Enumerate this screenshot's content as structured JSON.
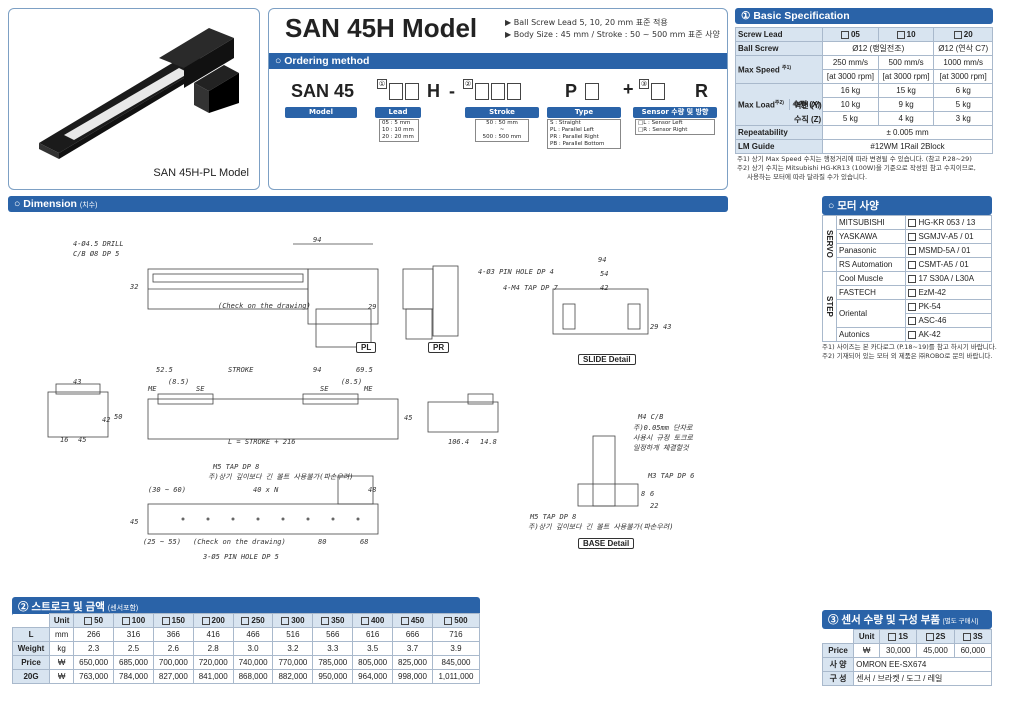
{
  "product": {
    "photo_caption": "SAN 45H-PL Model"
  },
  "header": {
    "title": "SAN 45H Model",
    "bullets": [
      "Ball Screw Lead 5, 10, 20 mm 표준 적용",
      "Body Size : 45 mm / Stroke : 50 ~ 500 mm 표준 사양"
    ]
  },
  "ordering": {
    "title": "Ordering method",
    "code_prefix": "SAN 45",
    "n1": "①",
    "n2": "②",
    "n3": "③",
    "h": "H",
    "dash": "-",
    "p": "P",
    "plus": "+",
    "r": "R",
    "groups": [
      {
        "label": "Model"
      },
      {
        "label": "Lead",
        "options": [
          "05 : 5 mm",
          "10 : 10 mm",
          "20 : 20 mm"
        ]
      },
      {
        "label": "Stroke",
        "options": [
          "50 : 50 mm",
          "~",
          "500 : 500 mm"
        ]
      },
      {
        "label": "Type",
        "options": [
          "S : Straight",
          "PL : Parallel Left",
          "PR : Parallel Right",
          "PB : Parallel Bottom"
        ]
      },
      {
        "label": "Sensor 수량 및 방향",
        "options": [
          "□L : Sensor Left",
          "□R : Sensor Right"
        ]
      }
    ]
  },
  "spec": {
    "title": "① Basic Specification",
    "screw_lead_label": "Screw Lead",
    "leads": [
      "05",
      "10",
      "20"
    ],
    "ball_screw_label": "Ball Screw",
    "ball_screw": [
      "Ø12 (랭일전조)",
      "Ø12 (연삭 C7)"
    ],
    "max_speed_label": "Max Speed",
    "max_speed_sup": "주1)",
    "max_speed": [
      "250 mm/s",
      "500 mm/s",
      "1000 mm/s"
    ],
    "rpm": [
      "[at 3000 rpm]",
      "[at 3000 rpm]",
      "[at 3000 rpm]"
    ],
    "max_load_label": "Max Load",
    "max_load_sup": "주2)",
    "loads": [
      {
        "name": "수평 (X)",
        "values": [
          "16 kg",
          "15 kg",
          "6 kg"
        ]
      },
      {
        "name": "벽면 (Y)",
        "values": [
          "10 kg",
          "9 kg",
          "5 kg"
        ]
      },
      {
        "name": "수직 (Z)",
        "values": [
          "5 kg",
          "4 kg",
          "3 kg"
        ]
      }
    ],
    "repeat_label": "Repeatability",
    "repeat": "± 0.005 mm",
    "lm_label": "LM Guide",
    "lm": "#12WM 1Rail 2Block",
    "notes": [
      "주1) 상기 Max Speed 수치는 행정거리에 따라 변경될 수 있습니다. (참고 P.28~29)",
      "주2) 상기 수치는 Mitsubishi HG-KR13 (100W)을 기준으로 작성된 참고 수치이므로,",
      "사용하는 모터에 따라 달라질 수가 있습니다."
    ]
  },
  "dimension": {
    "title": "Dimension",
    "title_sub": "(치수)",
    "pl": "PL",
    "pr": "PR",
    "slide": "SLIDE Detail",
    "base": "BASE Detail",
    "labels": {
      "drill": "4-Ø4.5 DRILL",
      "cbore": "C/B Ø8 DP 5",
      "d94": "94",
      "d32": "32",
      "check1": "(Check on the drawing)",
      "d29": "29",
      "pin": "4-Ø3 PIN HOLE DP 4",
      "tap": "4-M4 TAP DP 7",
      "d94b": "94",
      "d54": "54",
      "d42": "42",
      "d29b": "29",
      "d43b": "43",
      "d43": "43",
      "d42v": "42",
      "d50": "50",
      "d16": "16",
      "d45": "45",
      "d525": "52.5",
      "stroke": "STROKE",
      "d94c": "94",
      "d695": "69.5",
      "me1": "ME",
      "se1": "SE",
      "d85a": "(8.5)",
      "se2": "SE",
      "me2": "ME",
      "d85b": "(8.5)",
      "len": "L = STROKE + 216",
      "d45v": "45",
      "d1064": "106.4",
      "d148": "14.8",
      "m5tap": "M5 TAP DP 8",
      "m5note": "주)상기 깊이보다 긴 볼트 사용불가(파손우려)",
      "d3060": "(30 ~ 60)",
      "d40n": "40 x N",
      "d48": "48",
      "d45b": "45",
      "d2555": "(25 ~ 55)",
      "check2": "(Check on the drawing)",
      "d80": "80",
      "d68": "68",
      "pinhole": "3-Ø5 PIN HOLE DP 5",
      "m4cb": "M4 C/B",
      "b1": "주)0.05mm 단차로",
      "b2": "사용시 규정 토크로",
      "b3": "일정하게 체결할것",
      "m3tap": "M3 TAP DP 6",
      "m5tap2": "M5 TAP DP 8",
      "m5note2": "주)상기 깊이보다 긴 볼트 사용불가(파손우려)",
      "d8": "8",
      "d6": "6",
      "d22": "22"
    }
  },
  "motor": {
    "title": "모터 사양",
    "servo": "SERVO",
    "step": "STEP",
    "servo_rows": [
      [
        "MITSUBISHI",
        "HG-KR 053 / 13"
      ],
      [
        "YASKAWA",
        "SGMJV-A5 / 01"
      ],
      [
        "Panasonic",
        "MSMD-5A / 01"
      ],
      [
        "RS Automation",
        "CSMT-A5 / 01"
      ]
    ],
    "step_rows": [
      [
        "Cool Muscle",
        "17 S30A / L30A"
      ],
      [
        "FASTECH",
        "EzM-42"
      ],
      [
        "Oriental",
        "PK-54"
      ],
      [
        "",
        "ASC-46"
      ],
      [
        "Autonics",
        "AK-42"
      ]
    ],
    "notes": [
      "주1) 사이즈는 본 카다로그 (P.18~19)를 참고 하시기 바랍니다.",
      "주2) 기재되어 있는 모터 외 제품은 ㈜ROBO로 문의 바랍니다."
    ]
  },
  "stroke": {
    "title": "② 스트로크 및 금액",
    "title_sub": "(센서포함)",
    "unit": "Unit",
    "cols": [
      "50",
      "100",
      "150",
      "200",
      "250",
      "300",
      "350",
      "400",
      "450",
      "500"
    ],
    "rows": [
      {
        "name": "L",
        "unit": "mm",
        "values": [
          "266",
          "316",
          "366",
          "416",
          "466",
          "516",
          "566",
          "616",
          "666",
          "716"
        ]
      },
      {
        "name": "Weight",
        "unit": "kg",
        "values": [
          "2.3",
          "2.5",
          "2.6",
          "2.8",
          "3.0",
          "3.2",
          "3.3",
          "3.5",
          "3.7",
          "3.9"
        ]
      },
      {
        "name": "Price",
        "unit": "₩",
        "values": [
          "650,000",
          "685,000",
          "700,000",
          "720,000",
          "740,000",
          "770,000",
          "785,000",
          "805,000",
          "825,000",
          "845,000"
        ]
      },
      {
        "name": "20G",
        "unit": "₩",
        "values": [
          "763,000",
          "784,000",
          "827,000",
          "841,000",
          "868,000",
          "882,000",
          "950,000",
          "964,000",
          "998,000",
          "1,011,000"
        ]
      }
    ]
  },
  "sensor": {
    "title": "③ 센서 수량 및 구성 부품",
    "title_sub": "[별도 구매시]",
    "unit": "Unit",
    "cols": [
      "1S",
      "2S",
      "3S"
    ],
    "price_label": "Price",
    "price_unit": "₩",
    "prices": [
      "30,000",
      "45,000",
      "60,000"
    ],
    "spec_label": "사 양",
    "spec": "OMRON  EE-SX674",
    "comp_label": "구 성",
    "comp": "센서 / 브라켓 / 도그 / 레일"
  }
}
